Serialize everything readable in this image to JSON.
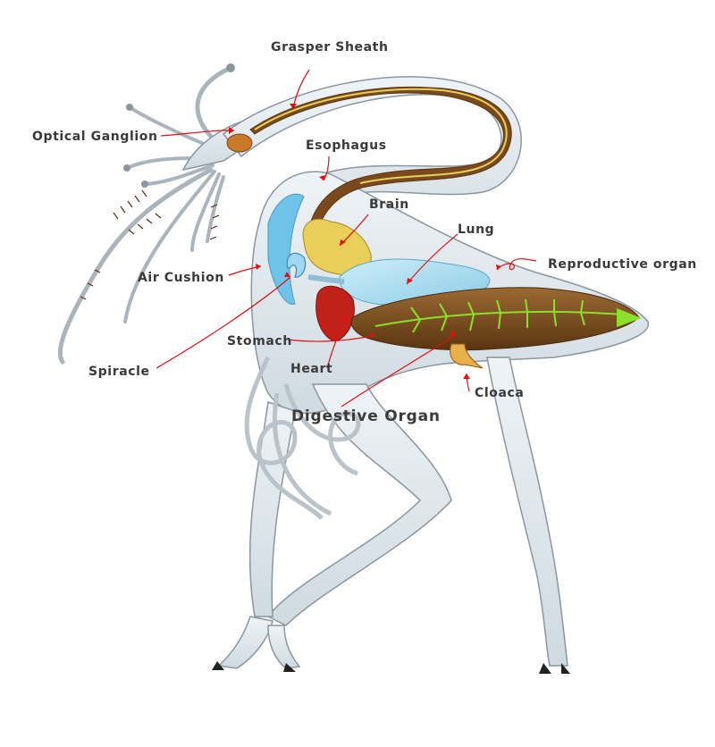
{
  "diagram": {
    "labels": {
      "grasper_sheath": "Grasper Sheath",
      "optical_ganglion": "Optical Ganglion",
      "esophagus": "Esophagus",
      "brain": "Brain",
      "lung": "Lung",
      "reproductive_organ": "Reproductive organ",
      "air_cushion": "Air Cushion",
      "spiracle": "Spiracle",
      "stomach": "Stomach",
      "heart": "Heart",
      "digestive_organ": "Digestive Organ",
      "cloaca": "Cloaca"
    },
    "colors": {
      "body_fill": "#dfe7ec",
      "body_outline": "#8a96a0",
      "digestive": "#7a4a1e",
      "digestive_nerves": "#8be02a",
      "brain": "#e8cf5a",
      "lung": "#a9dcef",
      "heart": "#c0221a",
      "air_cushion": "#6fc3e8",
      "leader_lines": "#e01010"
    }
  }
}
